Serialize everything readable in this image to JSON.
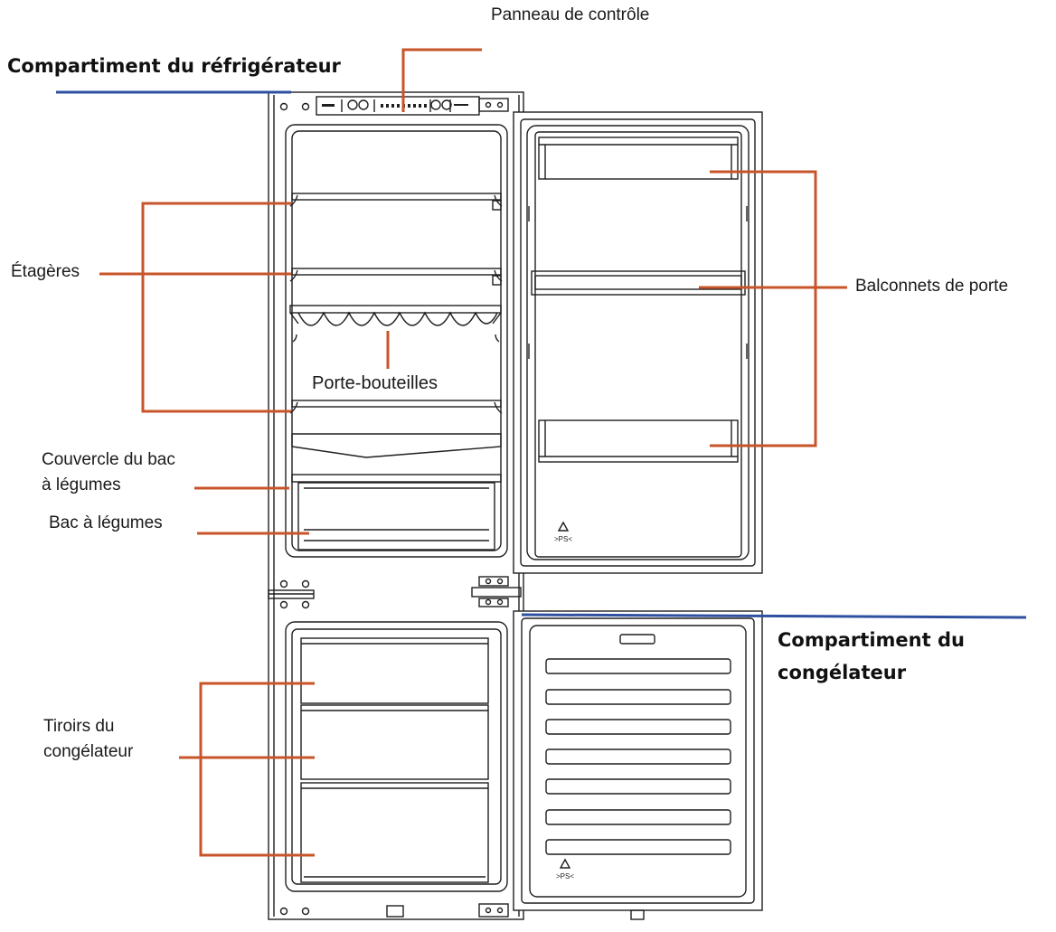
{
  "diagram": {
    "colors": {
      "leader": "#C8552A",
      "compartment_line": "#2F4FA0",
      "drawing": "#1f1f1f"
    },
    "labels": {
      "panneau": "Panneau de contrôle",
      "refrigerateur": "Compartiment du réfrigérateur",
      "etageres": "Étagères",
      "porte_bouteilles": "Porte-bouteilles",
      "balconnets": "Balconnets de porte",
      "couvercle": "Couvercle du bac\nà légumes",
      "bac": "Bac à légumes",
      "congelateur": "Compartiment du\ncongélateur",
      "tiroirs": "Tiroirs du\ncongélateur"
    },
    "recycle_mark": ">PS<"
  }
}
